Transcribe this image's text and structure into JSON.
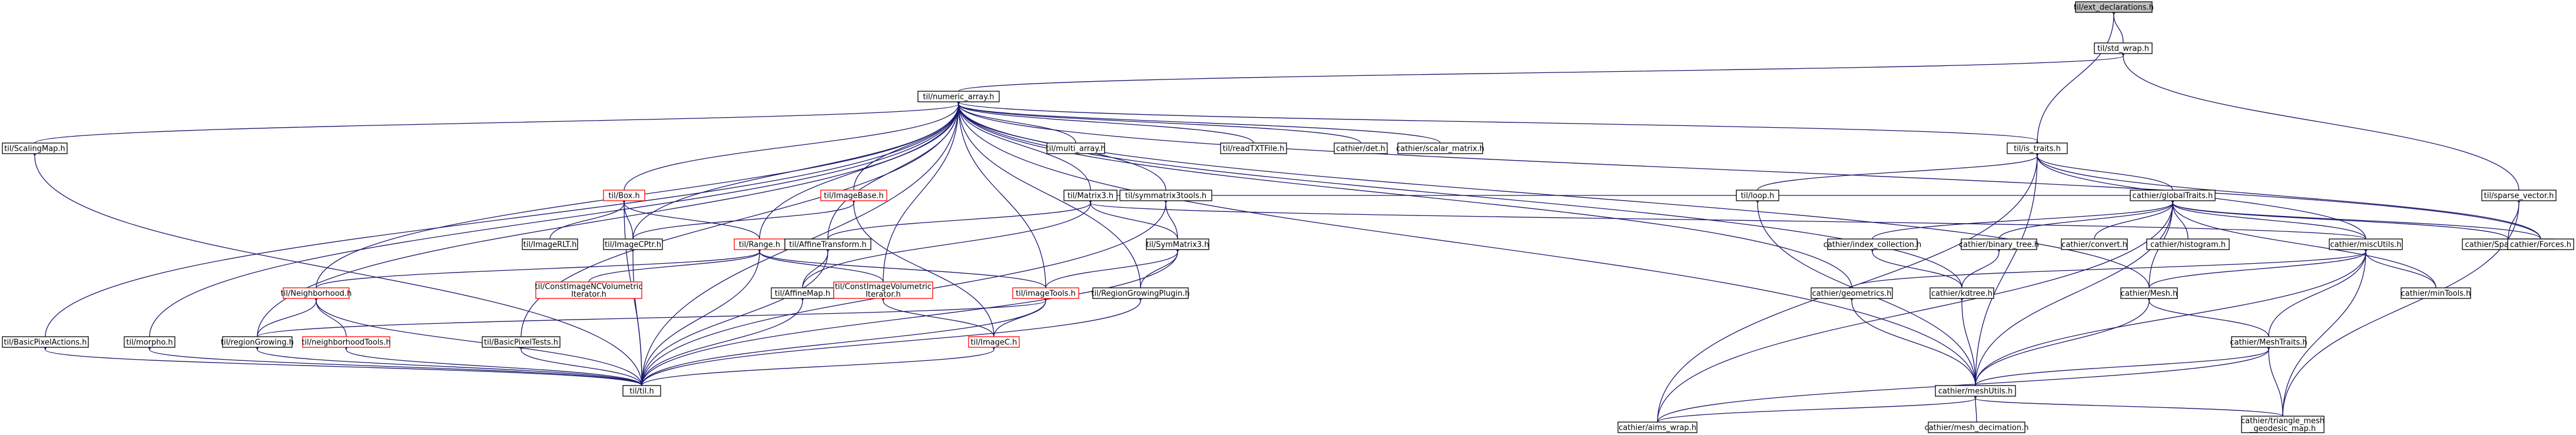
{
  "graph": {
    "colors": {
      "edge": "#191970",
      "node_border": "#000000",
      "missing_border": "#ff0000",
      "root_fill": "#bfbfbf",
      "node_fill": "#ffffff",
      "text": "#000000"
    },
    "nodes": [
      {
        "id": "ext",
        "lines": [
          "til/ext_declarations.h"
        ],
        "root": true
      },
      {
        "id": "stdwrap",
        "lines": [
          "til/std_wrap.h"
        ]
      },
      {
        "id": "numeric",
        "lines": [
          "til/numeric_array.h"
        ]
      },
      {
        "id": "istraits",
        "lines": [
          "til/is_traits.h"
        ]
      },
      {
        "id": "sparse",
        "lines": [
          "til/sparse_vector.h"
        ]
      },
      {
        "id": "scaling",
        "lines": [
          "til/ScalingMap.h"
        ]
      },
      {
        "id": "multi",
        "lines": [
          "til/multi_array.h"
        ]
      },
      {
        "id": "readtxt",
        "lines": [
          "til/readTXTFile.h"
        ]
      },
      {
        "id": "det",
        "lines": [
          "cathier/det.h"
        ]
      },
      {
        "id": "scalar",
        "lines": [
          "cathier/scalar_matrix.h"
        ]
      },
      {
        "id": "loop",
        "lines": [
          "til/loop.h"
        ]
      },
      {
        "id": "globaltraits",
        "lines": [
          "cathier/globalTraits.h"
        ]
      },
      {
        "id": "box",
        "lines": [
          "til/Box.h"
        ],
        "missing": true
      },
      {
        "id": "imagebase",
        "lines": [
          "til/ImageBase.h"
        ],
        "missing": true
      },
      {
        "id": "matrix3",
        "lines": [
          "til/Matrix3.h"
        ]
      },
      {
        "id": "symtools",
        "lines": [
          "til/symmatrix3tools.h"
        ]
      },
      {
        "id": "imagerlt",
        "lines": [
          "til/ImageRLT.h"
        ]
      },
      {
        "id": "imagecptr",
        "lines": [
          "til/ImageCPtr.h"
        ]
      },
      {
        "id": "range",
        "lines": [
          "til/Range.h"
        ],
        "missing": true
      },
      {
        "id": "affinetf",
        "lines": [
          "til/AffineTransform.h"
        ]
      },
      {
        "id": "symm3",
        "lines": [
          "til/SymMatrix3.h"
        ]
      },
      {
        "id": "indexcoll",
        "lines": [
          "cathier/index_collection.h"
        ]
      },
      {
        "id": "binarytree",
        "lines": [
          "cathier/binary_tree.h"
        ]
      },
      {
        "id": "convert",
        "lines": [
          "cathier/convert.h"
        ]
      },
      {
        "id": "histogram",
        "lines": [
          "cathier/histogram.h"
        ]
      },
      {
        "id": "miscutils",
        "lines": [
          "cathier/miscUtils.h"
        ]
      },
      {
        "id": "sparsevec",
        "lines": [
          "cathier/SparseVector.h"
        ]
      },
      {
        "id": "forces",
        "lines": [
          "cathier/Forces.h"
        ]
      },
      {
        "id": "neighborhood",
        "lines": [
          "til/Neighborhood.h"
        ],
        "missing": true
      },
      {
        "id": "constncvol",
        "lines": [
          "til/ConstImageNCVolumetric",
          "Iterator.h"
        ],
        "missing": true
      },
      {
        "id": "affinemap",
        "lines": [
          "til/AffineMap.h"
        ]
      },
      {
        "id": "constvol",
        "lines": [
          "til/ConstImageVolumetric",
          "Iterator.h"
        ],
        "missing": true
      },
      {
        "id": "imagetools",
        "lines": [
          "til/imageTools.h"
        ],
        "missing": true
      },
      {
        "id": "regionplugin",
        "lines": [
          "til/RegionGrowingPlugin.h"
        ]
      },
      {
        "id": "geometrics",
        "lines": [
          "cathier/geometrics.h"
        ]
      },
      {
        "id": "kdtree",
        "lines": [
          "cathier/kdtree.h"
        ]
      },
      {
        "id": "mesh",
        "lines": [
          "cathier/Mesh.h"
        ]
      },
      {
        "id": "mintools",
        "lines": [
          "cathier/minTools.h"
        ]
      },
      {
        "id": "bpa",
        "lines": [
          "til/BasicPixelActions.h"
        ]
      },
      {
        "id": "morpho",
        "lines": [
          "til/morpho.h"
        ]
      },
      {
        "id": "regiongrowing",
        "lines": [
          "til/regionGrowing.h"
        ]
      },
      {
        "id": "nbtools",
        "lines": [
          "til/neighborhoodTools.h"
        ],
        "missing": true
      },
      {
        "id": "bptests",
        "lines": [
          "til/BasicPixelTests.h"
        ]
      },
      {
        "id": "imagec",
        "lines": [
          "til/ImageC.h"
        ],
        "missing": true
      },
      {
        "id": "meshtraits",
        "lines": [
          "cathier/MeshTraits.h"
        ]
      },
      {
        "id": "til",
        "lines": [
          "til/til.h"
        ]
      },
      {
        "id": "meshutils",
        "lines": [
          "cathier/meshUtils.h"
        ]
      },
      {
        "id": "aims",
        "lines": [
          "cathier/aims_wrap.h"
        ]
      },
      {
        "id": "decimation",
        "lines": [
          "cathier/mesh_decimation.h"
        ]
      },
      {
        "id": "geodesic",
        "lines": [
          "cathier/triangle_mesh",
          "_geodesic_map.h"
        ]
      }
    ]
  }
}
